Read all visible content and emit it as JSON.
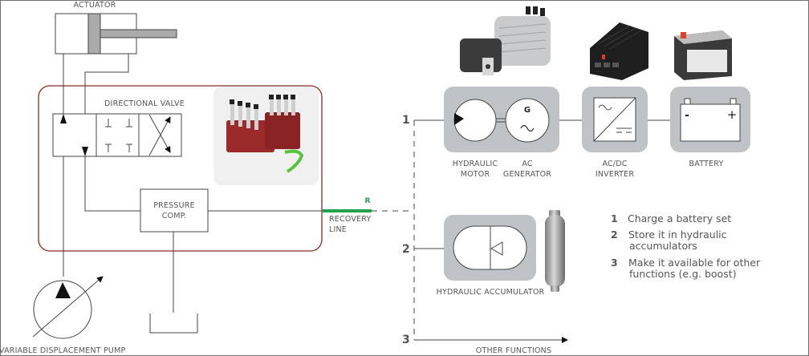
{
  "labels": {
    "actuator": "ACTUATOR",
    "directional_valve": "DIRECTIONAL VALVE",
    "pressure_comp_line1": "PRESSURE",
    "pressure_comp_line2": "COMP.",
    "recovery_line_1": "RECOVERY",
    "recovery_line_2": "LINE",
    "recovery_port": "R",
    "pump": "VARIABLE DISPLACEMENT PUMP",
    "hydraulic_motor_1": "HYDRAULIC",
    "hydraulic_motor_2": "MOTOR",
    "ac_generator_1": "AC",
    "ac_generator_2": "GENERATOR",
    "generator_symbol": "G",
    "inverter_1": "AC/DC",
    "inverter_2": "INVERTER",
    "battery": "BATTERY",
    "battery_minus": "-",
    "battery_plus": "+",
    "accumulator": "HYDRAULIC ACCUMULATOR",
    "other_functions": "OTHER FUNCTIONS"
  },
  "branches": [
    {
      "number": "1"
    },
    {
      "number": "2"
    },
    {
      "number": "3"
    }
  ],
  "legend": [
    {
      "number": "1",
      "lines": [
        "Charge a battery set"
      ]
    },
    {
      "number": "2",
      "lines": [
        "Store it in hydraulic",
        "accumulators"
      ]
    },
    {
      "number": "3",
      "lines": [
        "Make it available for other",
        "functions (e.g. boost)"
      ]
    }
  ],
  "colors": {
    "circuit_border": "#8b2a2a",
    "recovery_line": "#23a04a",
    "component_bg": "#bfc3c6",
    "line": "#555555"
  },
  "icons": [
    "actuator-icon",
    "directional-valve-icon",
    "pump-icon",
    "tank-icon",
    "hydraulic-motor-icon",
    "ac-generator-icon",
    "inverter-icon",
    "battery-icon",
    "accumulator-icon"
  ]
}
